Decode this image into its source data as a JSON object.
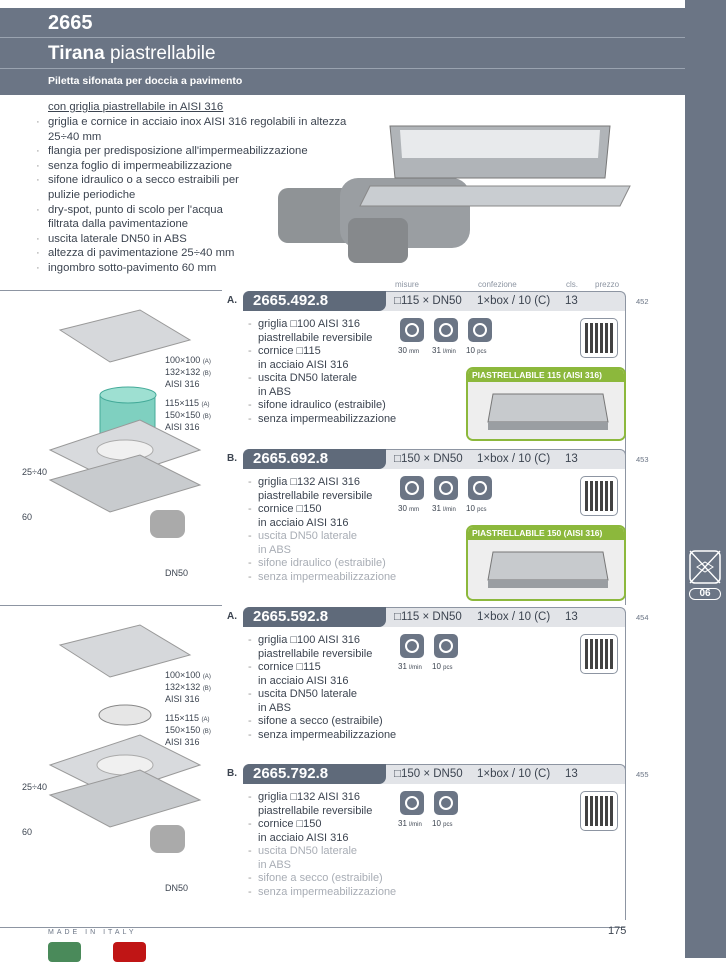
{
  "header": {
    "code": "2665",
    "title_bold": "Tirana",
    "title_rest": " piastrellabile",
    "subtitle": "Piletta sifonata per doccia a pavimento"
  },
  "intro": "con griglia piastrellabile in AISI 316",
  "features": [
    "griglia e cornice in acciaio inox AISI 316 regolabili in altezza 25÷40 mm",
    "flangia per predisposizione all'impermeabilizzazione",
    "senza foglio di impermeabilizzazione",
    "sifone idraulico o a secco estraibili per pulizie periodiche",
    "dry-spot, punto di scolo per l'acqua filtrata dalla pavimentazione",
    "uscita laterale DN50 in ABS",
    "altezza di pavimentazione 25÷40 mm",
    "ingombro sotto-pavimento 60 mm"
  ],
  "columns": {
    "misure": "misure",
    "confezione": "confezione",
    "cls": "cls.",
    "prezzo": "prezzo"
  },
  "diagram": {
    "grid_sizes": [
      "100×100",
      "132×132",
      "AISI 316"
    ],
    "frame_sizes": [
      "115×115",
      "150×150",
      "AISI 316"
    ],
    "variant_a": "(A)",
    "variant_b": "(B)",
    "height": "25÷40",
    "depth": "60",
    "outlet": "DN50"
  },
  "products": [
    {
      "letter": "A.",
      "code": "2665.492.8",
      "size": "□115 × DN50",
      "pack": "1×box / 10 (C)",
      "cls": "13",
      "ref": "452",
      "desc": [
        {
          "t": "griglia   □100 AISI 316",
          "dim": false,
          "dash": true
        },
        {
          "t": "piastrellabile reversibile",
          "dim": false,
          "dash": false
        },
        {
          "t": "cornice □115",
          "dim": false,
          "dash": true
        },
        {
          "t": "in acciaio AISI 316",
          "dim": false,
          "dash": false
        },
        {
          "t": "uscita   DN50 laterale",
          "dim": false,
          "dash": true
        },
        {
          "t": "in ABS",
          "dim": false,
          "dash": false
        },
        {
          "t": "sifone idraulico (estraibile)",
          "dim": false,
          "dash": true
        },
        {
          "t": "senza impermeabilizzazione",
          "dim": false,
          "dash": true
        }
      ],
      "icons": [
        {
          "name": "trap-icon",
          "v": "30",
          "u": "mm"
        },
        {
          "name": "flow-icon",
          "v": "31",
          "u": "l/min"
        },
        {
          "name": "box-icon",
          "v": "10",
          "u": "pcs"
        }
      ],
      "badge": "PIASTRELLABILE 115 (AISI 316)"
    },
    {
      "letter": "B.",
      "code": "2665.692.8",
      "size": "□150 × DN50",
      "pack": "1×box / 10 (C)",
      "cls": "13",
      "ref": "453",
      "desc": [
        {
          "t": "griglia   □132 AISI 316",
          "dim": false,
          "dash": true
        },
        {
          "t": "piastrellabile reversibile",
          "dim": false,
          "dash": false
        },
        {
          "t": "cornice □150",
          "dim": false,
          "dash": true
        },
        {
          "t": "in acciaio AISI 316",
          "dim": false,
          "dash": false
        },
        {
          "t": "uscita   DN50 laterale",
          "dim": true,
          "dash": true
        },
        {
          "t": "in ABS",
          "dim": true,
          "dash": false
        },
        {
          "t": "sifone idraulico (estraibile)",
          "dim": true,
          "dash": true
        },
        {
          "t": "senza impermeabilizzazione",
          "dim": true,
          "dash": true
        }
      ],
      "icons": [
        {
          "name": "trap-icon",
          "v": "30",
          "u": "mm"
        },
        {
          "name": "flow-icon",
          "v": "31",
          "u": "l/min"
        },
        {
          "name": "box-icon",
          "v": "10",
          "u": "pcs"
        }
      ],
      "badge": "PIASTRELLABILE 150 (AISI 316)"
    },
    {
      "letter": "A.",
      "code": "2665.592.8",
      "size": "□115 × DN50",
      "pack": "1×box / 10 (C)",
      "cls": "13",
      "ref": "454",
      "desc": [
        {
          "t": "griglia   □100 AISI 316",
          "dim": false,
          "dash": true
        },
        {
          "t": "piastrellabile reversibile",
          "dim": false,
          "dash": false
        },
        {
          "t": "cornice □115",
          "dim": false,
          "dash": true
        },
        {
          "t": "in acciaio AISI 316",
          "dim": false,
          "dash": false
        },
        {
          "t": "uscita   DN50 laterale",
          "dim": false,
          "dash": true
        },
        {
          "t": "in ABS",
          "dim": false,
          "dash": false
        },
        {
          "t": "sifone a secco (estraibile)",
          "dim": false,
          "dash": true
        },
        {
          "t": "senza impermeabilizzazione",
          "dim": false,
          "dash": true
        }
      ],
      "icons": [
        {
          "name": "flow-icon",
          "v": "31",
          "u": "l/min"
        },
        {
          "name": "box-icon",
          "v": "10",
          "u": "pcs"
        }
      ]
    },
    {
      "letter": "B.",
      "code": "2665.792.8",
      "size": "□150 × DN50",
      "pack": "1×box / 10 (C)",
      "cls": "13",
      "ref": "455",
      "desc": [
        {
          "t": "griglia   □132 AISI 316",
          "dim": false,
          "dash": true
        },
        {
          "t": "piastrellabile reversibile",
          "dim": false,
          "dash": false
        },
        {
          "t": "cornice □150",
          "dim": false,
          "dash": true
        },
        {
          "t": "in acciaio AISI 316",
          "dim": false,
          "dash": false
        },
        {
          "t": "uscita   DN50 laterale",
          "dim": true,
          "dash": true
        },
        {
          "t": "in ABS",
          "dim": true,
          "dash": false
        },
        {
          "t": "sifone a secco (estraibile)",
          "dim": true,
          "dash": true
        },
        {
          "t": "senza impermeabilizzazione",
          "dim": true,
          "dash": true
        }
      ],
      "icons": [
        {
          "name": "flow-icon",
          "v": "31",
          "u": "l/min"
        },
        {
          "name": "box-icon",
          "v": "10",
          "u": "pcs"
        }
      ]
    }
  ],
  "sidebar": {
    "chapter": "06"
  },
  "footer": {
    "made_in": "MADE IN ITALY",
    "page": "175"
  },
  "colors": {
    "brand": "#6b7585",
    "green": "#8cb83c",
    "flag_green": "#4a8a5a",
    "flag_red": "#c01515"
  }
}
